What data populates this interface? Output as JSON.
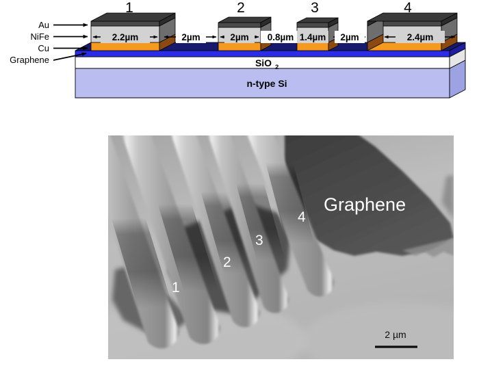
{
  "figure": {
    "kind": "scientific-figure",
    "panels": [
      "schematic-cross-section",
      "sem-micrograph"
    ]
  },
  "schematic": {
    "stack_labels": [
      {
        "name": "Au",
        "text": "Au"
      },
      {
        "name": "NiFe",
        "text": "NiFe"
      },
      {
        "name": "Cu",
        "text": "Cu"
      },
      {
        "name": "Graphene",
        "text": "Graphene"
      }
    ],
    "device_numbers": [
      "1",
      "2",
      "3",
      "4"
    ],
    "electrode_widths": [
      "2.2µm",
      "2µm",
      "1.4µm",
      "2.4µm"
    ],
    "gap_widths": [
      "2µm",
      "0.8µm",
      "2µm"
    ],
    "substrate_layers": [
      {
        "name": "oxide",
        "text": "SiO",
        "subscript": "2"
      },
      {
        "name": "substrate",
        "text": "n-type Si",
        "subscript": ""
      }
    ],
    "colors": {
      "au_top": "#3a3a3a",
      "au_front": "#4a4a4a",
      "nife_front": "#d2d2d2",
      "nife_side": "#6e6e6e",
      "cu_front": "#f59a1e",
      "cu_side": "#8a4a12",
      "graphene_top": "#181a6e",
      "graphene_front": "#2b2ce8",
      "sio2": "#fdfdfd",
      "si": "#b9bdf0",
      "outline": "#000000"
    }
  },
  "sem": {
    "electrode_numbers": [
      "1",
      "2",
      "3",
      "4"
    ],
    "region_label": "Graphene",
    "scale_bar_label": "2 µm",
    "background_tone": "#9a9a9a"
  }
}
